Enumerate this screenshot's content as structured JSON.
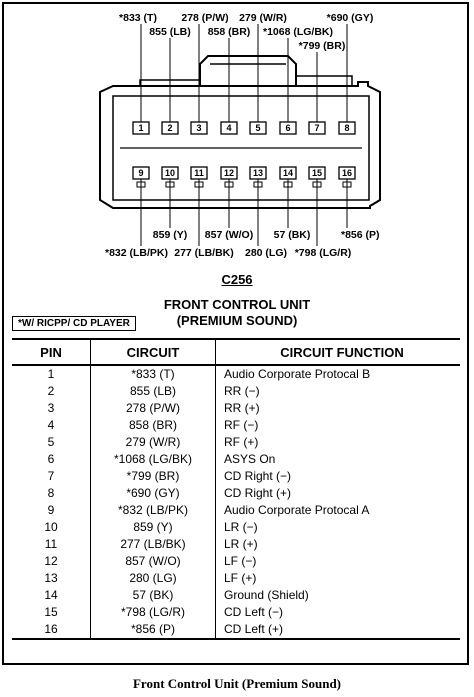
{
  "connector": {
    "top_labels": [
      {
        "pin": 1,
        "text": "*833 (T)"
      },
      {
        "pin": 2,
        "text": "855 (LB)"
      },
      {
        "pin": 3,
        "text": "278 (P/W)"
      },
      {
        "pin": 4,
        "text": "858 (BR)"
      },
      {
        "pin": 5,
        "text": "279 (W/R)"
      },
      {
        "pin": 6,
        "text": "*1068 (LG/BK)"
      },
      {
        "pin": 7,
        "text": "*799 (BR)"
      },
      {
        "pin": 8,
        "text": "*690 (GY)"
      }
    ],
    "bottom_labels": [
      {
        "pin": 9,
        "text": "*832 (LB/PK)"
      },
      {
        "pin": 10,
        "text": "859 (Y)"
      },
      {
        "pin": 11,
        "text": "277 (LB/BK)"
      },
      {
        "pin": 12,
        "text": "857 (W/O)"
      },
      {
        "pin": 13,
        "text": "280 (LG)"
      },
      {
        "pin": 14,
        "text": "57 (BK)"
      },
      {
        "pin": 15,
        "text": "*798 (LG/R)"
      },
      {
        "pin": 16,
        "text": "*856 (P)"
      }
    ],
    "pin_numbers": [
      "1",
      "2",
      "3",
      "4",
      "5",
      "6",
      "7",
      "8",
      "9",
      "10",
      "11",
      "12",
      "13",
      "14",
      "15",
      "16"
    ],
    "id": "C256"
  },
  "title_line1": "FRONT CONTROL UNIT",
  "title_line2": "(PREMIUM SOUND)",
  "note": "*W/ RICPP/ CD PLAYER",
  "table": {
    "headers": {
      "pin": "PIN",
      "circuit": "CIRCUIT",
      "function": "CIRCUIT FUNCTION"
    },
    "rows": [
      {
        "pin": "1",
        "circuit": "*833 (T)",
        "function": "Audio Corporate Protocal B"
      },
      {
        "pin": "2",
        "circuit": "855 (LB)",
        "function": "RR (−)"
      },
      {
        "pin": "3",
        "circuit": "278 (P/W)",
        "function": "RR (+)"
      },
      {
        "pin": "4",
        "circuit": "858 (BR)",
        "function": "RF (−)"
      },
      {
        "pin": "5",
        "circuit": "279 (W/R)",
        "function": "RF (+)"
      },
      {
        "pin": "6",
        "circuit": "*1068 (LG/BK)",
        "function": "ASYS On"
      },
      {
        "pin": "7",
        "circuit": "*799 (BR)",
        "function": "CD Right (−)"
      },
      {
        "pin": "8",
        "circuit": "*690 (GY)",
        "function": "CD Right (+)"
      },
      {
        "pin": "9",
        "circuit": "*832 (LB/PK)",
        "function": "Audio Corporate Protocal A"
      },
      {
        "pin": "10",
        "circuit": "859 (Y)",
        "function": "LR (−)"
      },
      {
        "pin": "11",
        "circuit": "277 (LB/BK)",
        "function": "LR (+)"
      },
      {
        "pin": "12",
        "circuit": "857 (W/O)",
        "function": "LF (−)"
      },
      {
        "pin": "13",
        "circuit": "280 (LG)",
        "function": "LF (+)"
      },
      {
        "pin": "14",
        "circuit": "57 (BK)",
        "function": "Ground (Shield)"
      },
      {
        "pin": "15",
        "circuit": "*798 (LG/R)",
        "function": "CD Left (−)"
      },
      {
        "pin": "16",
        "circuit": "*856 (P)",
        "function": "CD Left (+)"
      }
    ]
  },
  "caption": "Front Control Unit (Premium Sound)"
}
